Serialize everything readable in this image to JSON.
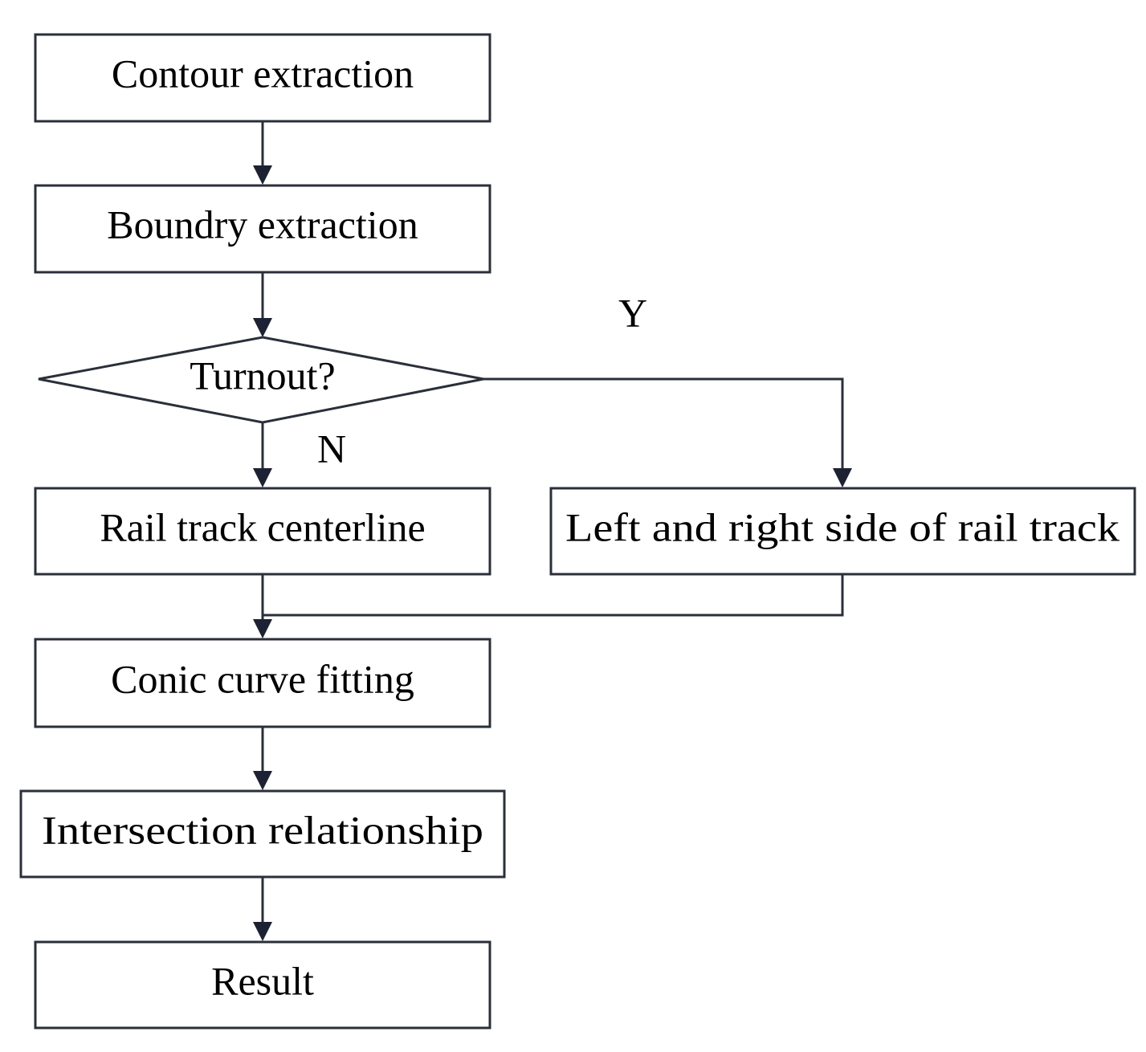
{
  "nodes": {
    "contour": {
      "label": "Contour extraction"
    },
    "boundary": {
      "label": "Boundry extraction"
    },
    "turnout": {
      "label": "Turnout?"
    },
    "centerline": {
      "label": "Rail track centerline"
    },
    "sides": {
      "label": "Left and right side of rail track"
    },
    "conic": {
      "label": "Conic curve fitting"
    },
    "intersection": {
      "label": "Intersection relationship"
    },
    "result": {
      "label": "Result"
    }
  },
  "branches": {
    "yes": "Y",
    "no": "N"
  },
  "colors": {
    "stroke": "#2a2f3a",
    "arrow": "#1c2233",
    "text": "#000000",
    "background": "#ffffff"
  }
}
